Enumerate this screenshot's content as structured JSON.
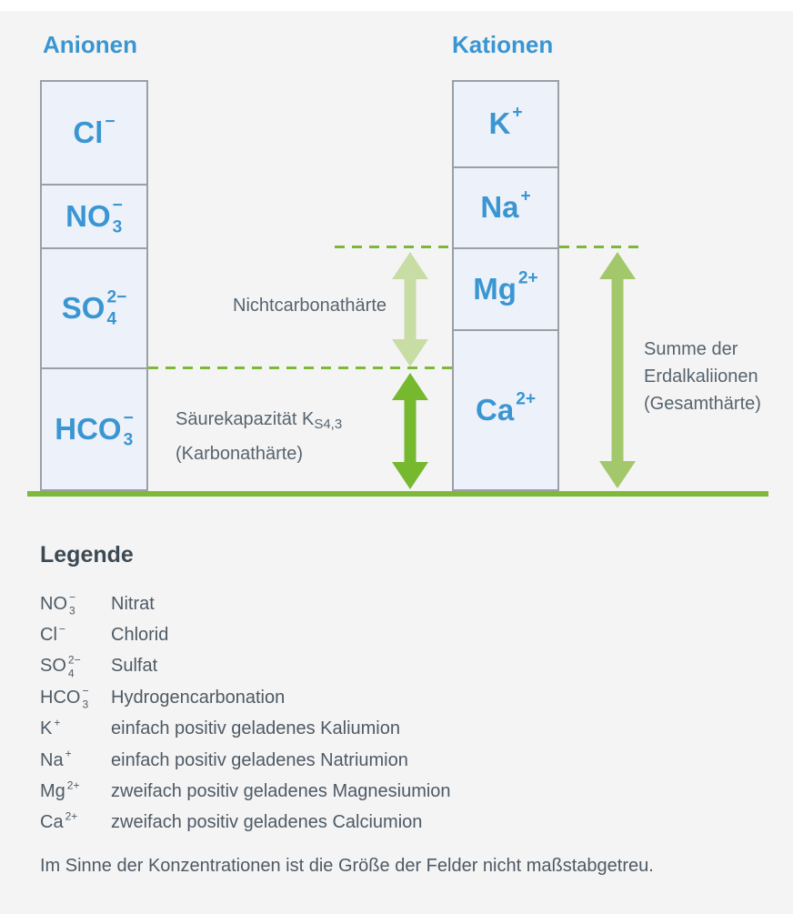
{
  "titles": {
    "anions": "Anionen",
    "cations": "Kationen"
  },
  "columns": {
    "anions": {
      "segments": [
        {
          "base": "Cl",
          "sup": "−",
          "sub": ""
        },
        {
          "base": "NO",
          "sup": "−",
          "sub": "3"
        },
        {
          "base": "SO",
          "sup": "2−",
          "sub": "4"
        },
        {
          "base": "HCO",
          "sup": "−",
          "sub": "3"
        }
      ]
    },
    "cations": {
      "segments": [
        {
          "base": "K",
          "sup": "+",
          "sub": ""
        },
        {
          "base": "Na",
          "sup": "+",
          "sub": ""
        },
        {
          "base": "Mg",
          "sup": "2+",
          "sub": ""
        },
        {
          "base": "Ca",
          "sup": "2+",
          "sub": ""
        }
      ]
    }
  },
  "annotations": {
    "non_carbonate_hardness": "Nichtcarbonathärte",
    "acid_capacity_prefix": "Säurekapazität K",
    "acid_capacity_sub": "S4,3",
    "acid_capacity_line2": "(Karbonathärte)",
    "alkaline_sum_line1": "Summe der",
    "alkaline_sum_line2": "Erdalkaliionen",
    "alkaline_sum_line3": "(Gesamthärte)"
  },
  "legend": {
    "heading": "Legende",
    "rows": [
      {
        "formula": {
          "base": "NO",
          "sup": "−",
          "sub": "3"
        },
        "label": "Nitrat"
      },
      {
        "formula": {
          "base": "Cl",
          "sup": "−",
          "sub": ""
        },
        "label": "Chlorid"
      },
      {
        "formula": {
          "base": "SO",
          "sup": "2−",
          "sub": "4"
        },
        "label": "Sulfat"
      },
      {
        "formula": {
          "base": "HCO",
          "sup": "−",
          "sub": "3"
        },
        "label": "Hydrogencarbonation"
      },
      {
        "formula": {
          "base": "K",
          "sup": "+",
          "sub": ""
        },
        "label": "einfach positiv geladenes Kaliumion"
      },
      {
        "formula": {
          "base": "Na",
          "sup": "+",
          "sub": ""
        },
        "label": "einfach positiv geladenes Natriumion"
      },
      {
        "formula": {
          "base": "Mg",
          "sup": "2+",
          "sub": ""
        },
        "label": "zweifach positiv geladenes Magnesiumion"
      },
      {
        "formula": {
          "base": "Ca",
          "sup": "2+",
          "sub": ""
        },
        "label": "zweifach positiv geladenes Calciumion"
      }
    ],
    "note": "Im Sinne der Konzentrationen ist die Größe der Felder nicht maßstabgetreu."
  },
  "colors": {
    "title_blue": "#3a96d2",
    "box_fill": "#edf1f9",
    "box_border": "#9aa0a6",
    "dark_green": "#76b82e",
    "light_green": "#c7dda4",
    "medium_green": "#a2c86b",
    "dashed_green": "#7cb93a",
    "baseline_green": "#7eb93a",
    "text_gray": "#57646e",
    "heading_dark": "#3d4a53",
    "background": "#f4f4f5"
  }
}
